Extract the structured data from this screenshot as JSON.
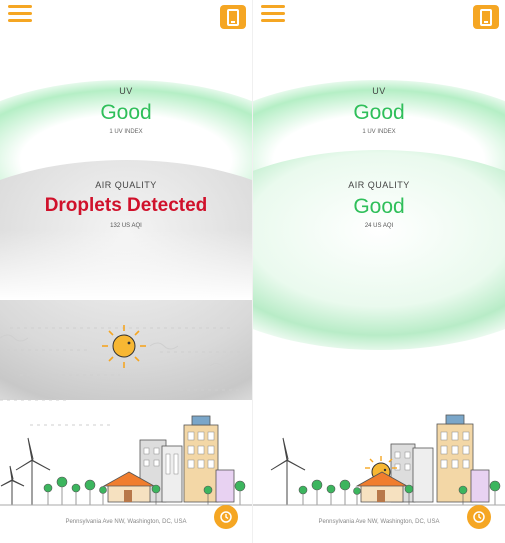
{
  "panels": [
    {
      "uv": {
        "title": "UV",
        "value": "Good",
        "sub": "1 UV INDEX"
      },
      "air": {
        "title": "AIR QUALITY",
        "value": "Droplets Detected",
        "sub": "132 US AQI",
        "status": "bad"
      },
      "address": "Pennsylvania Ave NW, Washington, DC, USA"
    },
    {
      "uv": {
        "title": "UV",
        "value": "Good",
        "sub": "1 UV INDEX"
      },
      "air": {
        "title": "AIR QUALITY",
        "value": "Good",
        "sub": "24 US AQI",
        "status": "good"
      },
      "address": "Pennsylvania Ave NW, Washington, DC, USA"
    }
  ],
  "colors": {
    "accent": "#f5a623",
    "good": "#2fbf5a",
    "bad": "#d0112b"
  },
  "icons": {
    "menu": "hamburger-icon",
    "device": "phone-icon",
    "history": "history-icon",
    "sun": "sun-icon"
  }
}
